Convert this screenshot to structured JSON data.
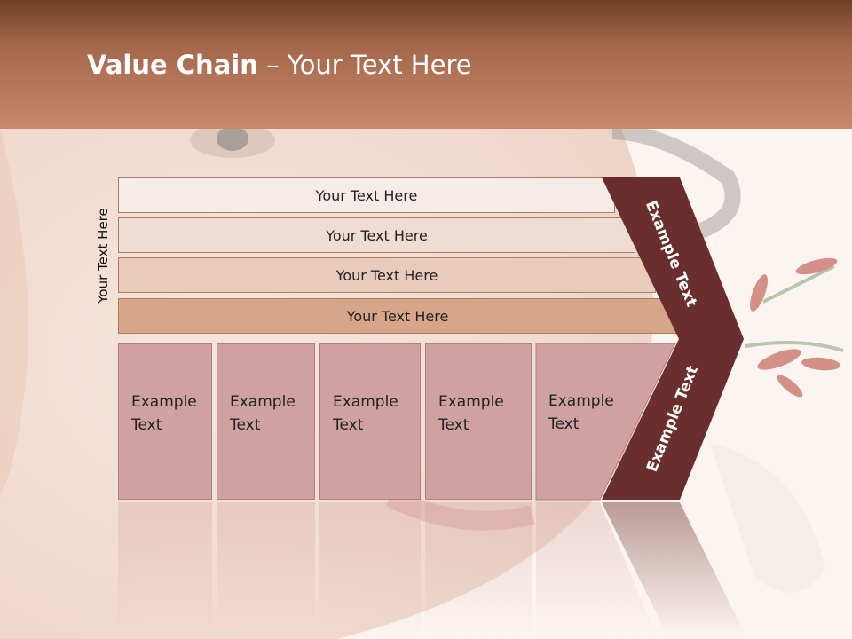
{
  "slide": {
    "title_bold": "Value Chain",
    "title_rest": " – Your Text Here",
    "side_label": "Your Text Here",
    "rows": [
      {
        "label": "Your Text Here",
        "color": "#f5ece8"
      },
      {
        "label": "Your Text Here",
        "color": "#efdcd2"
      },
      {
        "label": "Your Text Here",
        "color": "#e8cbbb"
      },
      {
        "label": "Your Text Here",
        "color": "#d7a58a"
      }
    ],
    "columns": [
      {
        "line1": "Example",
        "line2": "Text"
      },
      {
        "line1": "Example",
        "line2": "Text"
      },
      {
        "line1": "Example",
        "line2": "Text"
      },
      {
        "line1": "Example",
        "line2": "Text"
      },
      {
        "line1": "Example",
        "line2": "Text"
      }
    ],
    "chevron_top_label": "Example Text",
    "chevron_bottom_label": "Example Text",
    "colors": {
      "chevron": "#6b2e2e",
      "column": "#d0a1a1",
      "header": "#a4674b"
    }
  }
}
